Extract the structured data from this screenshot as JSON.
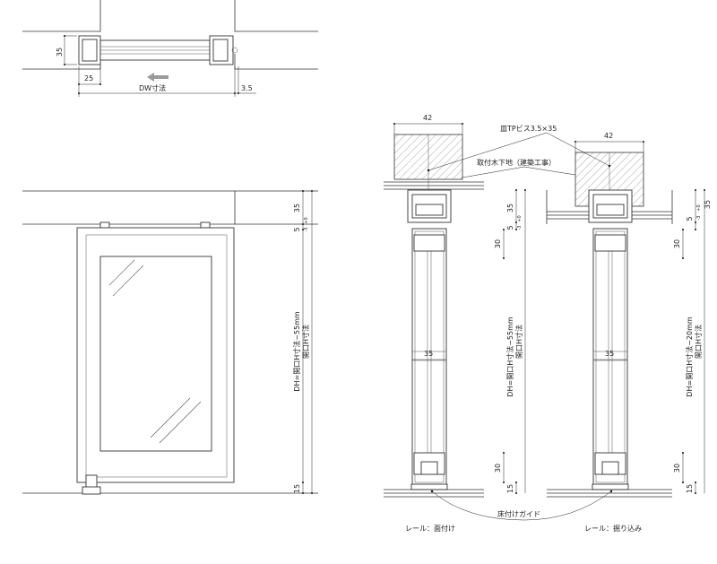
{
  "plan_view": {
    "dim_35": "35",
    "dim_25": "25",
    "dim_dw": "DW寸法",
    "dim_3_5": "3.5"
  },
  "elevation_view": {
    "dim_35": "35",
    "dim_5": "5",
    "dim_5_tol_plus": "+0",
    "dim_5_tol_minus": "-3",
    "dim_dh": "DH=開口H寸法−55mm",
    "dim_opening": "開口H寸法",
    "dim_15": "15"
  },
  "section_left": {
    "dim_42": "42",
    "dim_35_top": "35",
    "dim_5": "5",
    "dim_5_tol_plus": "+0",
    "dim_5_tol_minus": "-3",
    "dim_30_top": "30",
    "dim_35_mid": "35",
    "dim_dh": "DH=開口H寸法−55mm",
    "dim_opening": "開口H寸法",
    "dim_30_bottom": "30",
    "dim_15": "15",
    "caption": "レール：面付け"
  },
  "section_right": {
    "dim_42": "42",
    "dim_35_top": "35",
    "dim_5": "5",
    "dim_5_tol_plus": "+0",
    "dim_5_tol_minus": "-3",
    "dim_30_top": "30",
    "dim_35_mid": "35",
    "dim_dh": "DH=開口H寸法−20mm",
    "dim_opening": "開口H寸法",
    "dim_30_bottom": "30",
    "dim_15": "15",
    "caption": "レール：掘り込み"
  },
  "callouts": {
    "screw": "皿TPビス3.5×35",
    "base": "取付木下地（建築工事）",
    "guide": "床付けガイド"
  },
  "colors": {
    "line": "#333333",
    "arrow": "#9a9a9a",
    "hatch": "#666666"
  }
}
